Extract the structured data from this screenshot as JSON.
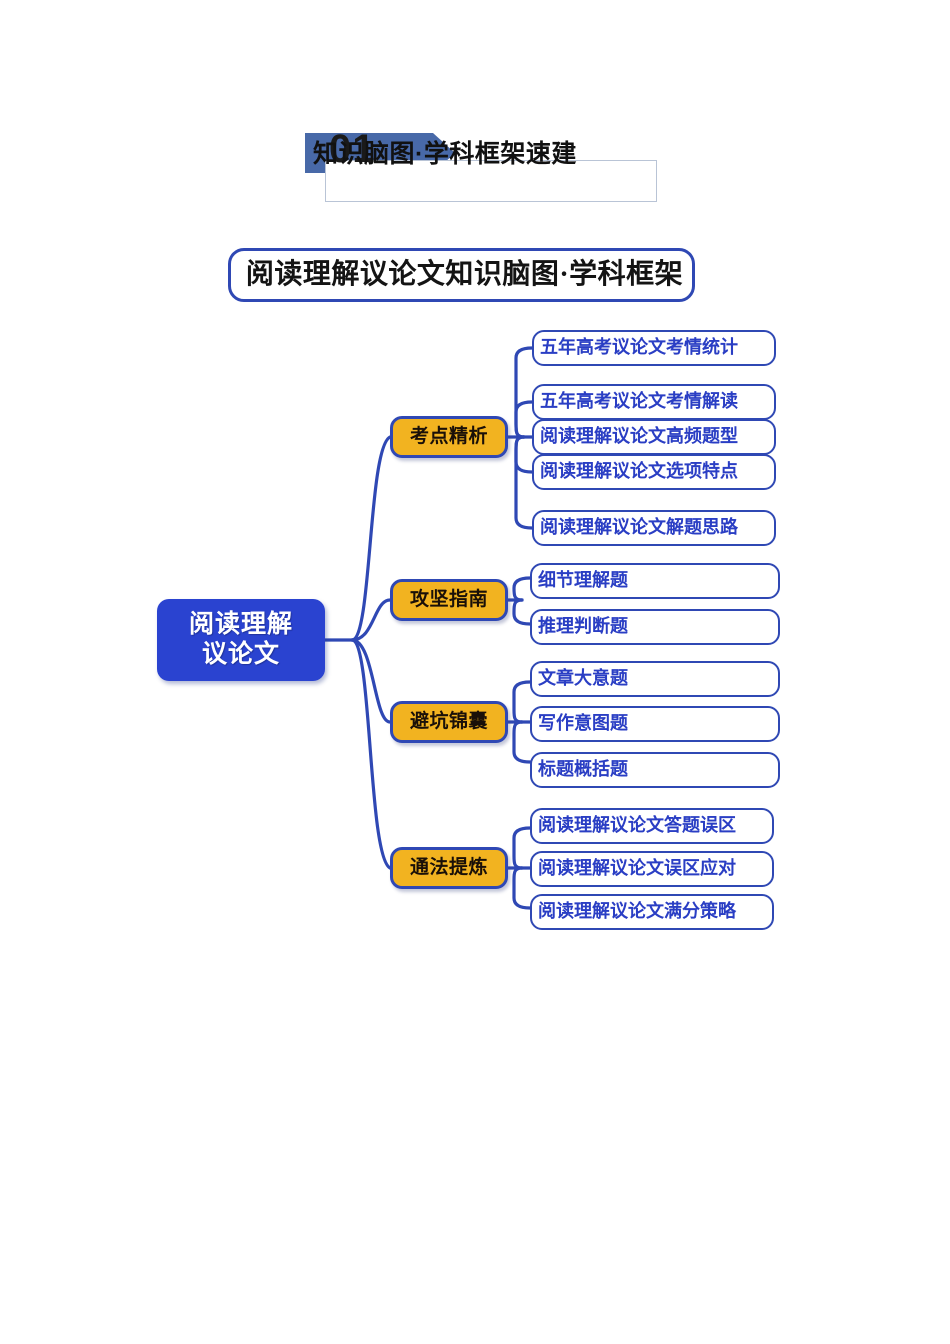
{
  "section": {
    "number": "01",
    "title": "知识脑图·学科框架速建"
  },
  "map_title": "阅读理解议论文知识脑图·学科框架",
  "root": {
    "line1": "阅读理解",
    "line2": "议论文"
  },
  "colors": {
    "root_fill": "#2a43d0",
    "branch_fill": "#f2b320",
    "stroke_blue": "#2f48b4",
    "leaf_text": "#2a3ec4",
    "ribbon": "#4869a8"
  },
  "branches": [
    {
      "label": "考点精析",
      "leaves": [
        "五年高考议论文考情统计",
        "五年高考议论文考情解读",
        "阅读理解议论文高频题型",
        "阅读理解议论文选项特点",
        "阅读理解议论文解题思路"
      ]
    },
    {
      "label": "攻坚指南",
      "leaves": [
        "细节理解题",
        "推理判断题"
      ]
    },
    {
      "label": "避坑锦囊",
      "leaves": [
        "文章大意题",
        "写作意图题",
        "标题概括题"
      ]
    },
    {
      "label": "通法提炼",
      "leaves": [
        "阅读理解议论文答题误区",
        "阅读理解议论文误区应对",
        "阅读理解议论文满分策略"
      ]
    }
  ]
}
